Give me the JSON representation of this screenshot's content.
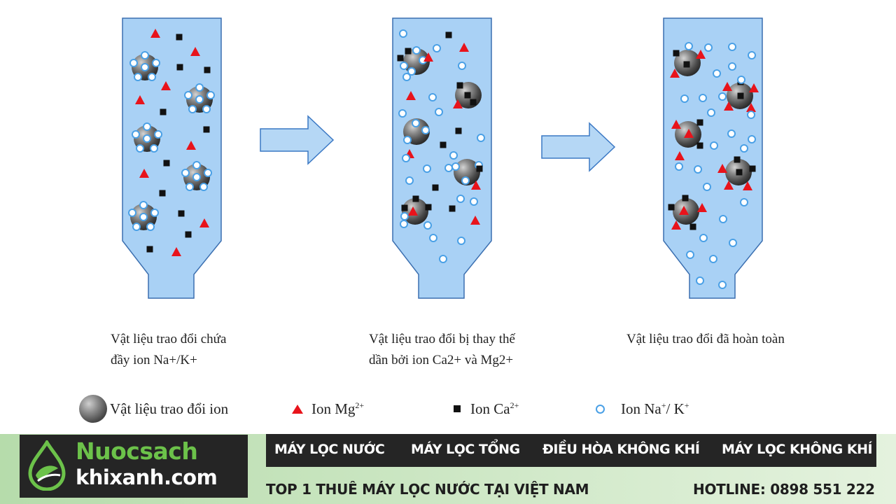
{
  "diagram": {
    "captions": [
      [
        "Vật liệu trao đổi chứa",
        "đầy ion Na+/K+"
      ],
      [
        "Vật liệu trao đổi bị thay thế",
        "dần bởi ion Ca2+ và Mg2+"
      ],
      [
        "Vật liệu trao đổi đã hoàn toàn"
      ]
    ],
    "colors": {
      "column_fill": "#a9d1f5",
      "column_stroke": "#3b6fb0",
      "arrow_fill": "#b5d7f5",
      "arrow_stroke": "#3b78c4",
      "mg_ion": "#e8131b",
      "ca_ion": "#111111",
      "na_ion_stroke": "#4aa0e6"
    }
  },
  "legend": {
    "resin": "Vật liệu trao đổi ion",
    "mg_prefix": "Ion Mg",
    "mg_sup": "2+",
    "ca_prefix": "Ion Ca",
    "ca_sup": "2+",
    "na_prefix": "Ion Na",
    "na_sup": "+",
    "na_mid": "/ K",
    "na_sup2": "+"
  },
  "banner": {
    "logo_line1": "Nuocsach",
    "logo_line2": "khixanh.com",
    "nav": [
      "MÁY LỌC NƯỚC",
      "MÁY LỌC TỔNG",
      "ĐIỀU HÒA KHÔNG KHÍ",
      "MÁY LỌC KHÔNG KHÍ"
    ],
    "tagline": "TOP 1 THUÊ MÁY LỌC NƯỚC TẠI VIỆT NAM",
    "hotline": "HOTLINE: 0898 551 222",
    "colors": {
      "logo_green": "#6cc24a",
      "bar_dark": "#252525"
    }
  }
}
